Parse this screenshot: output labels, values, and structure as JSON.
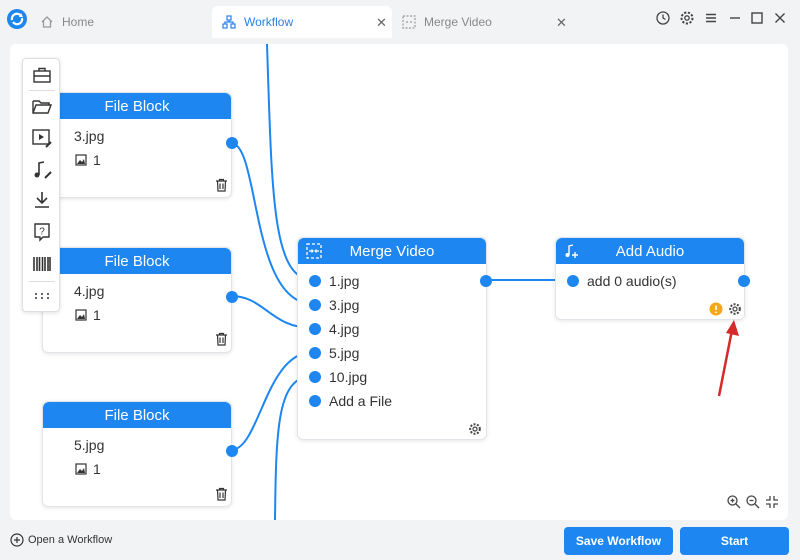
{
  "tabs": [
    {
      "label": "Home",
      "icon": "home-icon"
    },
    {
      "label": "Workflow",
      "icon": "workflow-icon"
    },
    {
      "label": "Merge Video",
      "icon": "merge-video-icon"
    }
  ],
  "colors": {
    "accent": "#1e86f0",
    "warning": "#f2a818",
    "arrow": "#d42a2a"
  },
  "toolbar": {
    "icons": [
      "toolbox-icon",
      "folder-open-icon",
      "video-edit-icon",
      "audio-edit-icon",
      "download-icon",
      "help-icon",
      "barcode-icon",
      "more-icon"
    ]
  },
  "file_blocks": [
    {
      "title": "File Block",
      "file": "3.jpg",
      "count": "1"
    },
    {
      "title": "File Block",
      "file": "4.jpg",
      "count": "1"
    },
    {
      "title": "File Block",
      "file": "5.jpg",
      "count": "1"
    }
  ],
  "merge_video": {
    "title": "Merge Video",
    "inputs": [
      "1.jpg",
      "3.jpg",
      "4.jpg",
      "5.jpg",
      "10.jpg"
    ],
    "add_file": "Add a File"
  },
  "add_audio": {
    "title": "Add Audio",
    "input": "add 0 audio(s)"
  },
  "footer": {
    "open_workflow": "Open a Workflow",
    "save_workflow": "Save Workflow",
    "start": "Start"
  }
}
